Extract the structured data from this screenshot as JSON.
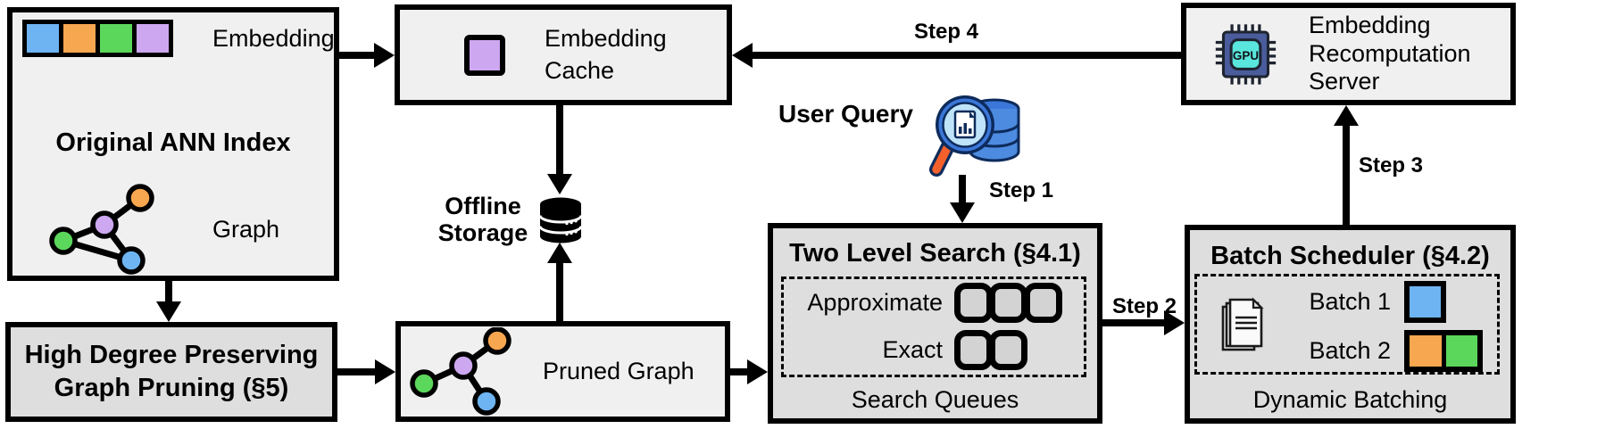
{
  "colors": {
    "blue": "#6EB4F2",
    "orange": "#F7A750",
    "green": "#5BD75B",
    "purple": "#CDA7F0",
    "box_light": "#F0F0F0",
    "box_shaded": "#DEDEDE",
    "icon_db_blue": "#4D8BE0",
    "icon_db_blue_dark": "#3B77D8",
    "icon_lens_blue": "#BFE4F9",
    "icon_handle_orange": "#F4602B",
    "icon_gpu_body": "#4A5C9B",
    "icon_gpu_screen": "#59E6DC"
  },
  "original_index": {
    "embedding_label": "Embedding",
    "title": "Original ANN Index",
    "graph_label": "Graph"
  },
  "graph_pruning": {
    "title": "High Degree Preserving Graph Pruning (§5)"
  },
  "embedding_cache": {
    "title": "Embedding Cache"
  },
  "offline_storage": {
    "title": "Offline Storage"
  },
  "pruned_graph": {
    "title": "Pruned Graph"
  },
  "user_query": {
    "title": "User Query"
  },
  "two_level_search": {
    "title": "Two Level Search (§4.1)",
    "approximate_label": "Approximate",
    "exact_label": "Exact",
    "footer": "Search Queues"
  },
  "batch_scheduler": {
    "title": "Batch Scheduler (§4.2)",
    "batch1_label": "Batch 1",
    "batch2_label": "Batch 2",
    "footer": "Dynamic Batching"
  },
  "recomputation_server": {
    "title": "Embedding Recomputation Server"
  },
  "steps": {
    "step1": "Step 1",
    "step2": "Step 2",
    "step3": "Step 3",
    "step4": "Step 4"
  },
  "icons": {
    "gpu_chip_label": "GPU"
  }
}
